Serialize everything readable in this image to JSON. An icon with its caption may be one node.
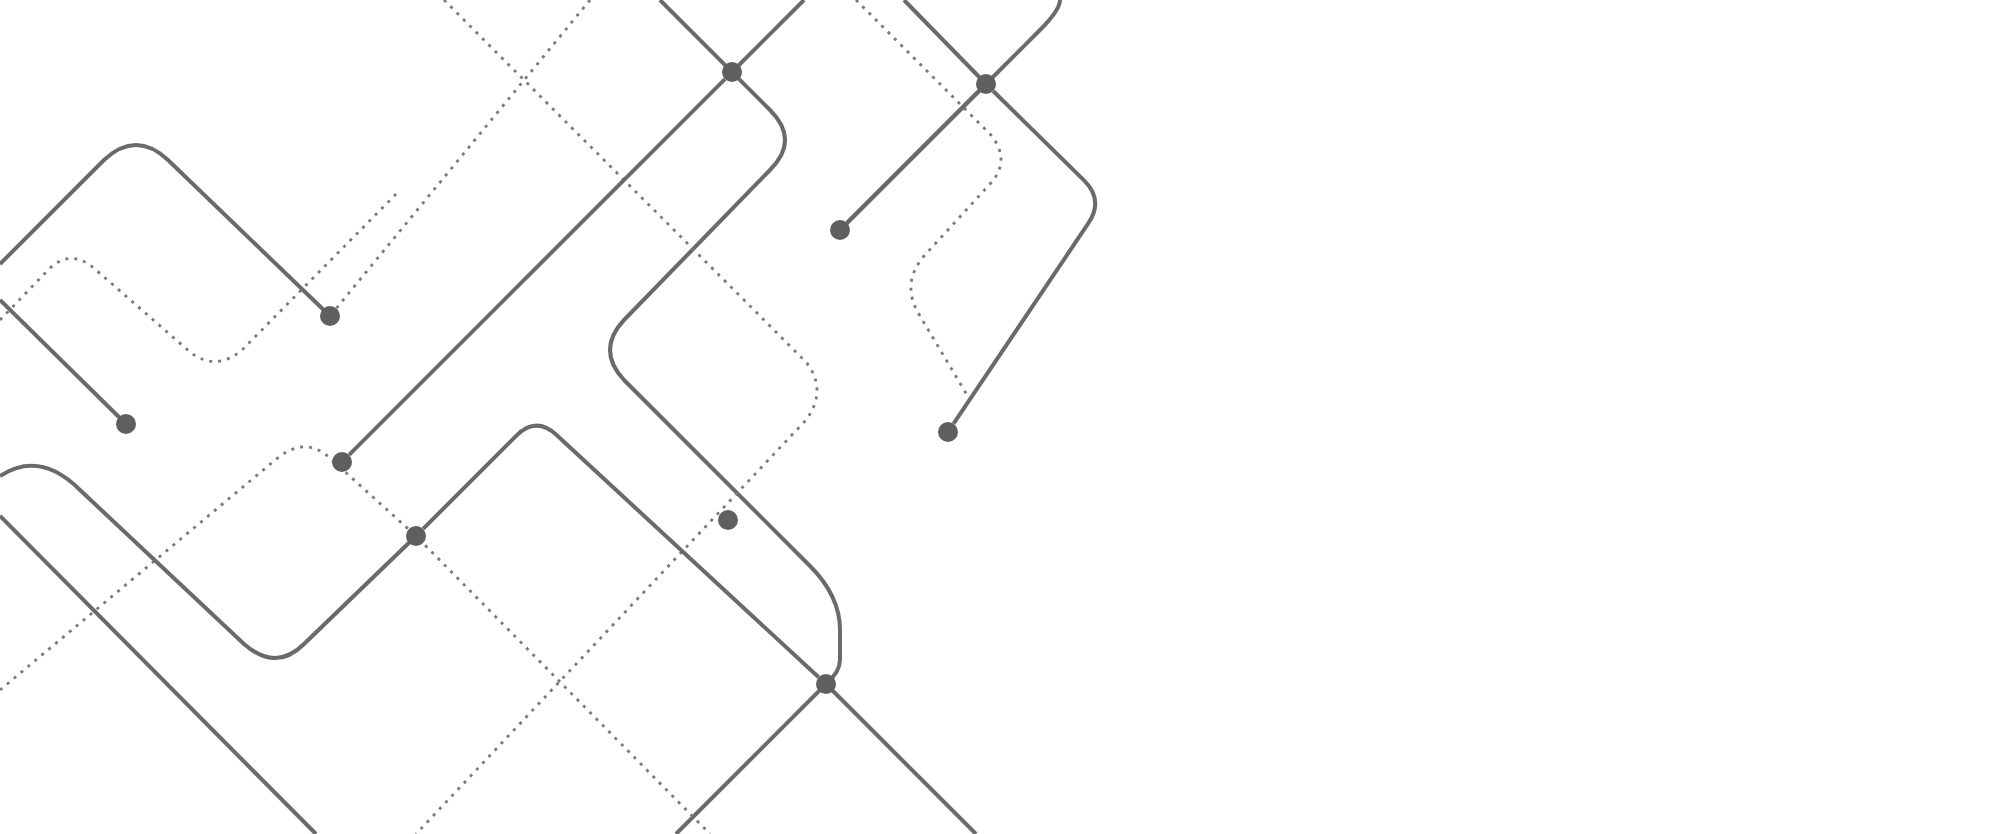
{
  "diagram": {
    "nodes": [
      {
        "text": [],
        "shape": "circle"
      },
      {
        "text": [],
        "shape": "circle"
      },
      {
        "text": [],
        "shape": "circle"
      },
      {
        "text": [],
        "shape": "circle"
      },
      {
        "text": [],
        "shape": "circle"
      },
      {
        "text": [],
        "shape": "circle"
      },
      {
        "text": [],
        "shape": "circle"
      },
      {
        "text": [],
        "shape": "circle"
      },
      {
        "text": [],
        "shape": "circle"
      },
      {
        "text": [],
        "shape": "circle"
      }
    ],
    "edges": [
      {
        "from": 5,
        "to": 0,
        "arrow": "none"
      },
      {
        "from": 2,
        "to": 1,
        "arrow": "none"
      },
      {
        "from": 1,
        "to": 9,
        "arrow": "none"
      },
      {
        "from": 6,
        "to": 8,
        "arrow": "none"
      }
    ]
  }
}
